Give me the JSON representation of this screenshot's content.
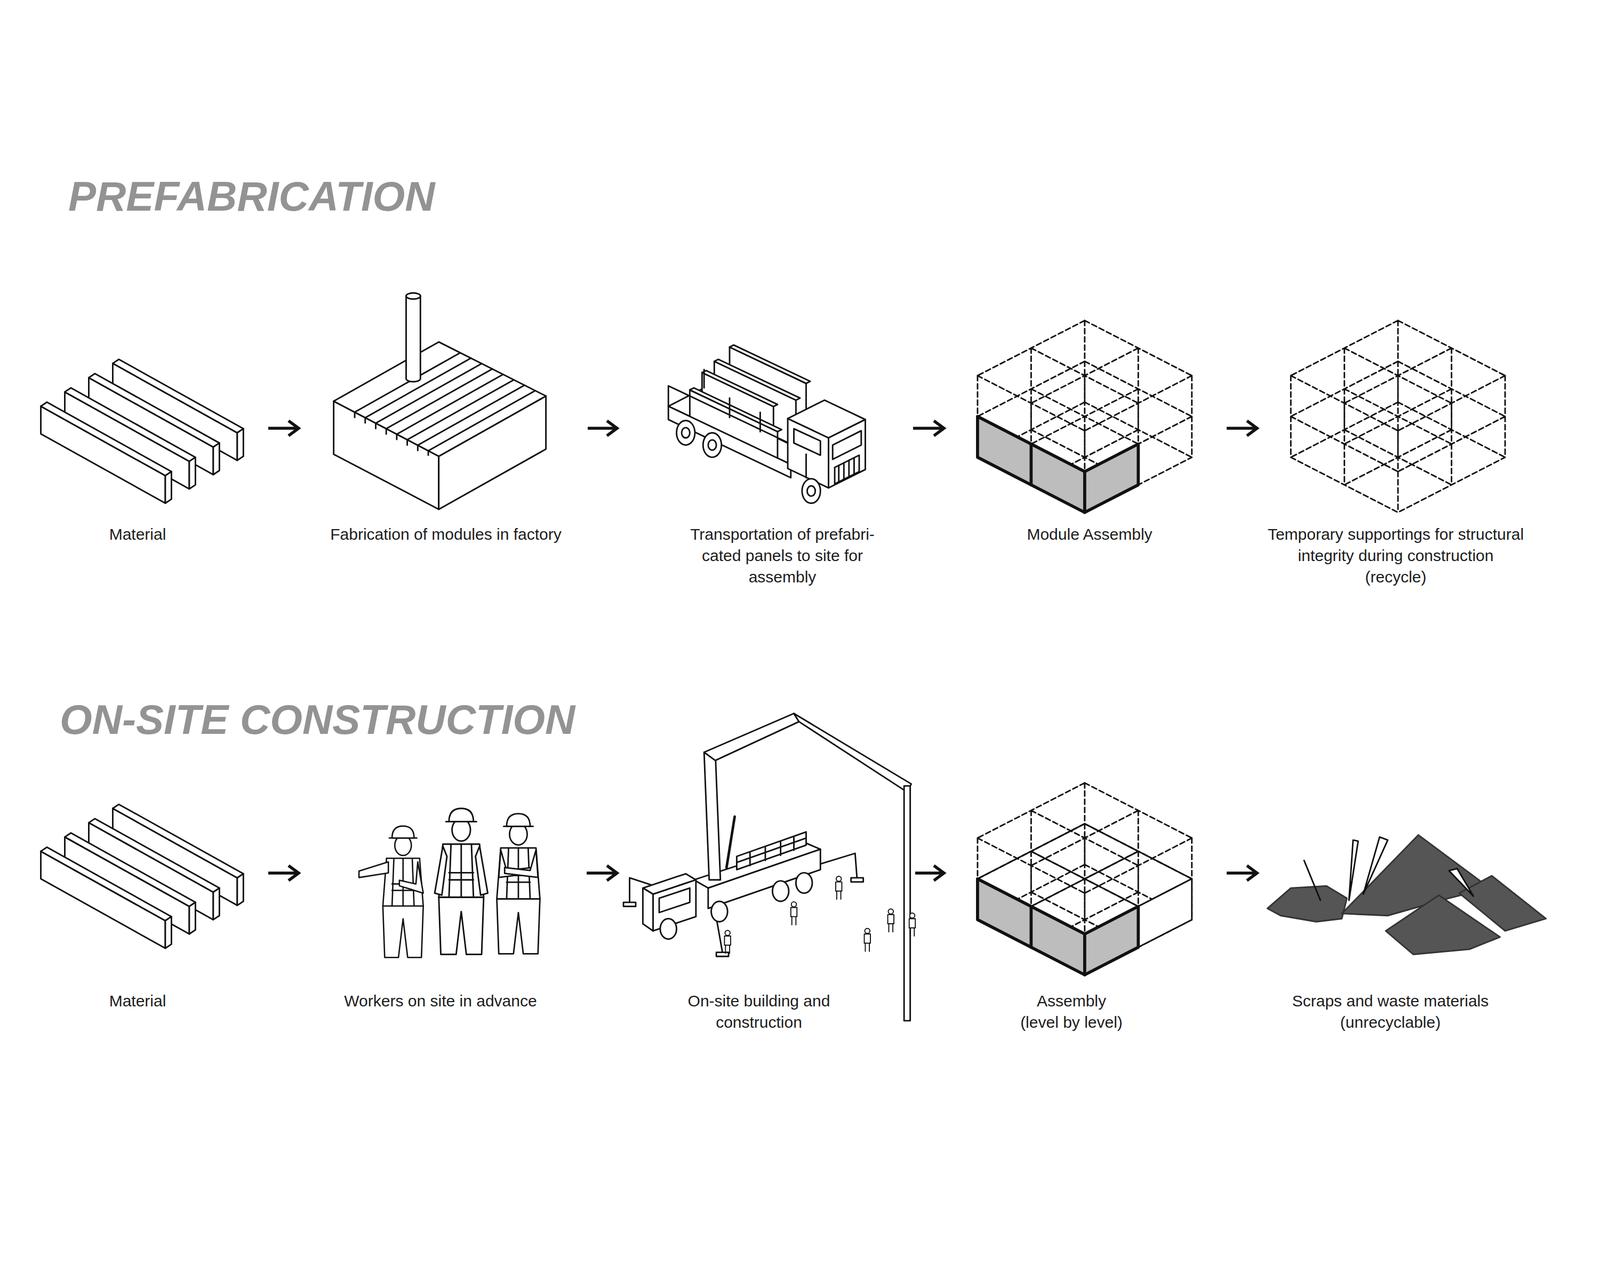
{
  "diagram": {
    "nodes": [
      {
        "text": [
          "Material"
        ]
      },
      {
        "text": [
          "Fabrication of modules in factory"
        ]
      },
      {
        "text": [
          "Transportation of prefabri- cated panels to site for assembly"
        ]
      },
      {
        "text": [
          "Module Assembly"
        ]
      },
      {
        "text": [
          "Temporary supportings for structural integrity during construction (recycle)"
        ]
      },
      {
        "text": [
          "Material"
        ]
      },
      {
        "text": [
          "Workers on site in advance"
        ]
      },
      {
        "text": [
          "On-site building and construction"
        ]
      },
      {
        "text": [
          "Assembly (level by level)"
        ]
      },
      {
        "text": [
          "Scraps and waste materials (unrecyclable)"
        ]
      }
    ],
    "edges": [
      {
        "from": 0,
        "to": 1,
        "arrow": "to"
      },
      {
        "from": 1,
        "to": 2,
        "arrow": "to"
      },
      {
        "from": 2,
        "to": 3,
        "arrow": "to"
      },
      {
        "from": 3,
        "to": 4,
        "arrow": "to"
      },
      {
        "from": 5,
        "to": 6,
        "arrow": "to"
      },
      {
        "from": 6,
        "to": 7,
        "arrow": "to"
      },
      {
        "from": 7,
        "to": 8,
        "arrow": "to"
      },
      {
        "from": 8,
        "to": 9,
        "arrow": "to"
      }
    ],
    "labels": [
      "PREFABRICATION",
      "ON-SITE CONSTRUCTION"
    ]
  }
}
